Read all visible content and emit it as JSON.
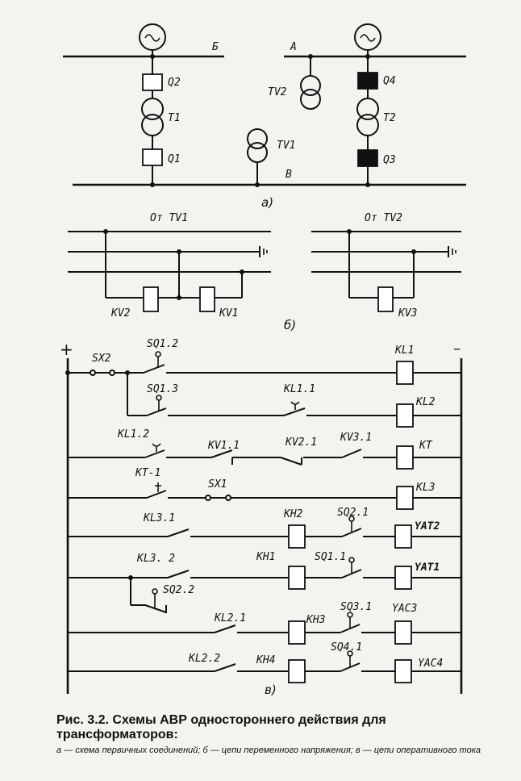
{
  "primary": {
    "bus_b": "Б",
    "bus_a": "А",
    "bus_v": "В",
    "q2": "Q2",
    "t1": "T1",
    "q1": "Q1",
    "tv2": "TV2",
    "tv1": "TV1",
    "q4": "Q4",
    "t2": "T2",
    "q3": "Q3",
    "part_label": "а)"
  },
  "voltage": {
    "from_tv1": "От  TV1",
    "from_tv2": "От  TV2",
    "kv2": "KV2",
    "kv1": "KV1",
    "kv3": "KV3",
    "part_label": "б)"
  },
  "control": {
    "plus": "+",
    "minus": "–",
    "sx2": "SX2",
    "sq12": "SQ1.2",
    "kl1": "KL1",
    "sq13": "SQ1.3",
    "kl11": "KL1.1",
    "kl2": "KL2",
    "kl12": "KL1.2",
    "kv11": "KV1.1",
    "kv21": "KV2.1",
    "kv31": "KV3.1",
    "kt": "KT",
    "kt1": "KT-1",
    "sx1": "SX1",
    "kl3": "KL3",
    "kl31": "KL3.1",
    "kh2": "KH2",
    "sq21": "SQ2.1",
    "yat2": "YAT2",
    "kl32": "KL3. 2",
    "kh1": "KH1",
    "sq11": "SQ1.1",
    "yat1": "YAT1",
    "sq22": "SQ2.2",
    "kl21": "KL2.1",
    "kh3": "KH3",
    "sq31": "SQ3.1",
    "yac3": "YAC3",
    "kl22": "KL2.2",
    "kh4": "KH4",
    "sq41": "SQ4.1",
    "yac4": "YAC4",
    "part_label": "в)"
  },
  "caption": {
    "title": "Рис. 3.2. Схемы АВР одностороннего действия для трансформаторов:",
    "body": "а — схема первичных соединений; б — цепи переменного напряжения; в — цепи оперативного тока"
  }
}
